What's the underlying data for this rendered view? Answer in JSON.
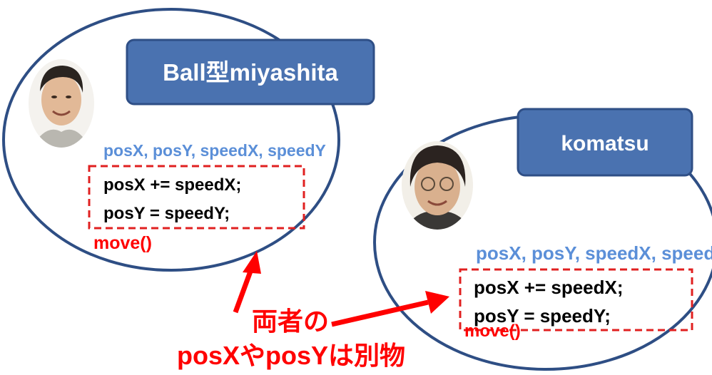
{
  "objects": [
    {
      "name": "Ball型miyashita",
      "fields": "posX, posY, speedX, speedY",
      "code": [
        "posX += speedX;",
        "posY = speedY;"
      ],
      "method": "move()"
    },
    {
      "name": "komatsu",
      "fields": "posX, posY, speedX, speedY",
      "code": [
        "posX += speedX;",
        "posY = speedY;"
      ],
      "method": "move()"
    }
  ],
  "annotation": [
    "両者の",
    "posXやposYは別物"
  ],
  "colors": {
    "circle_stroke": "#2e4e84",
    "box_fill": "#4a72b0",
    "box_stroke": "#2f4f86",
    "field_text": "#5b8fd8",
    "accent_red": "#ff0000",
    "dashed_red": "#e02020"
  }
}
